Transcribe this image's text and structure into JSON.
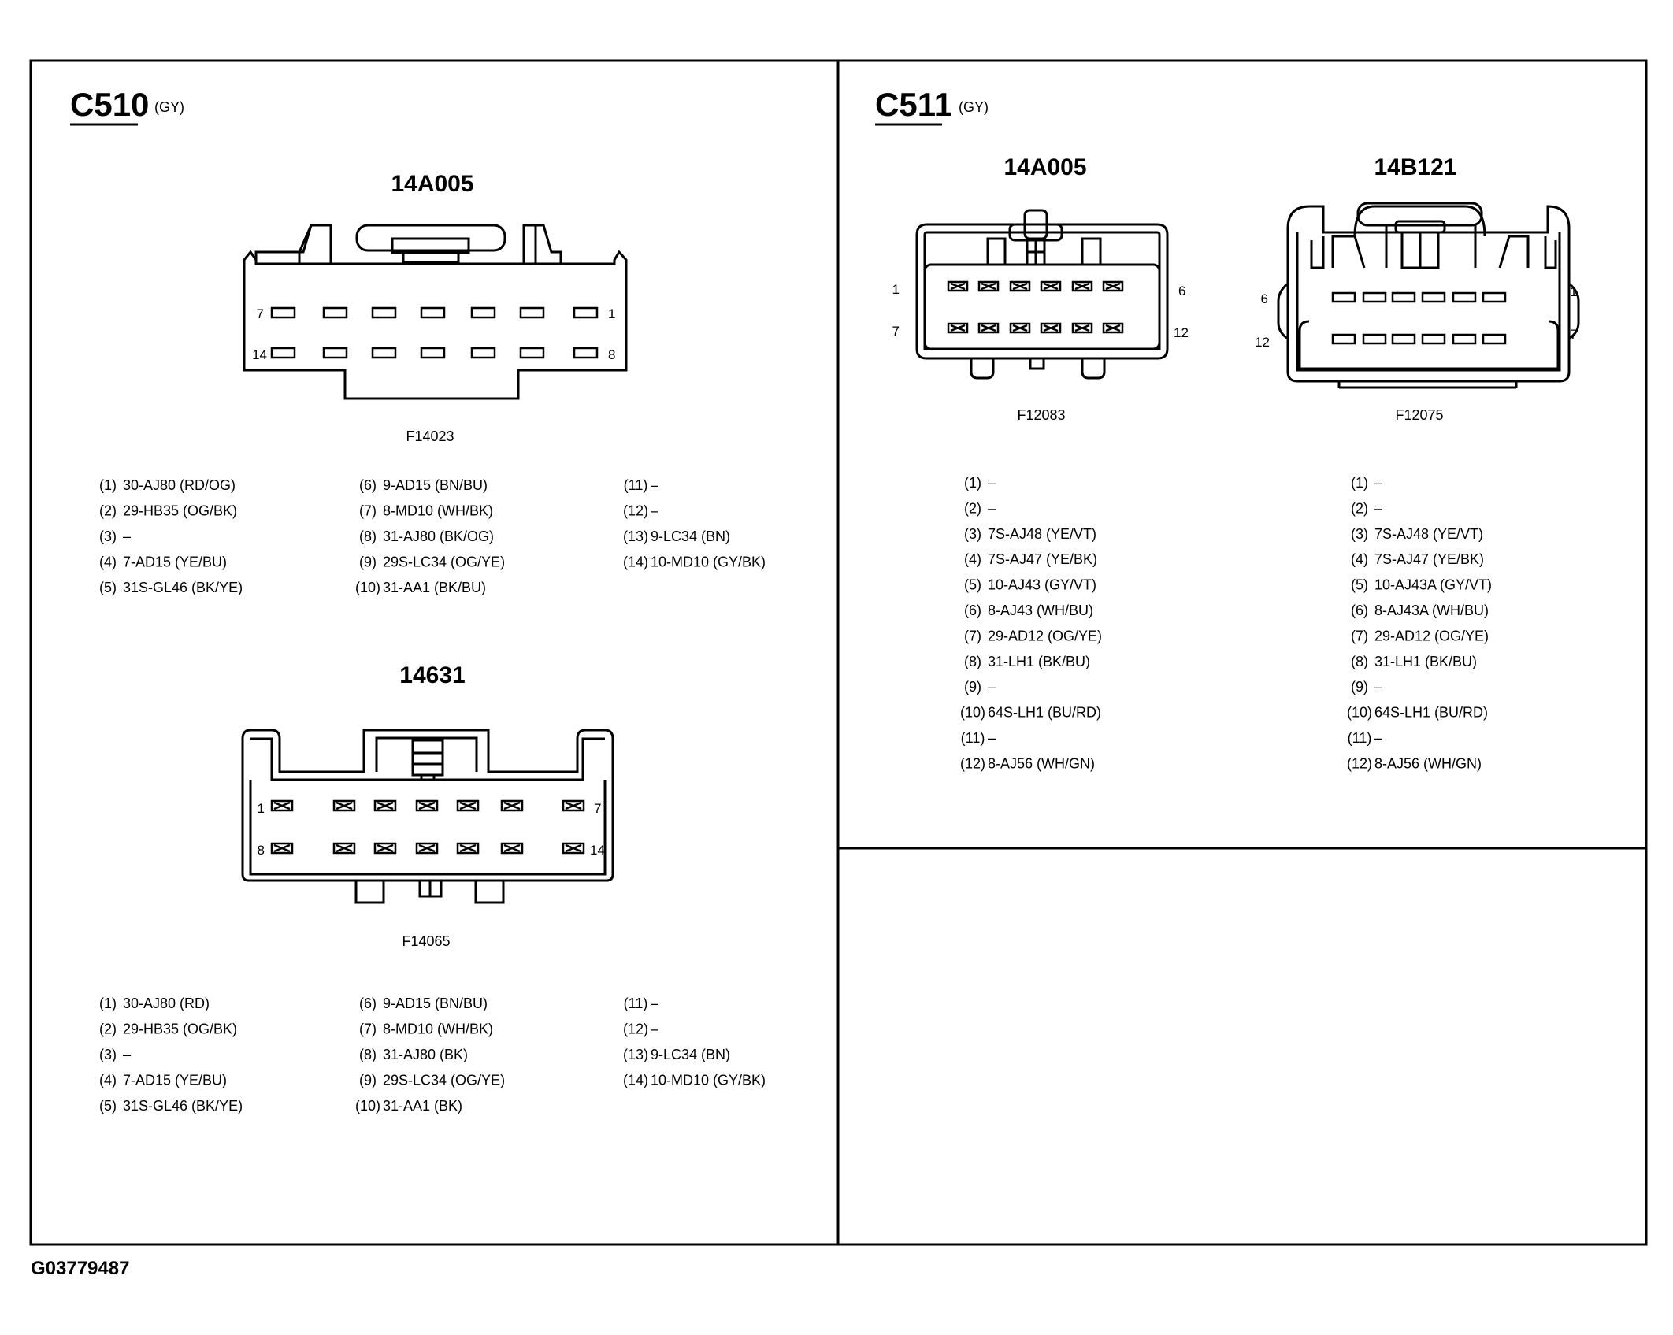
{
  "footer_code": "G03779487",
  "c510": {
    "title": "C510",
    "color": "(GY)",
    "conn1": {
      "part_number": "14A005",
      "figure": "F14023",
      "pin_labels": {
        "top_left": "7",
        "top_right": "1",
        "bottom_left": "14",
        "bottom_right": "8"
      },
      "pins": [
        {
          "num": "(1)",
          "desc": "30-AJ80 (RD/OG)"
        },
        {
          "num": "(2)",
          "desc": "29-HB35 (OG/BK)"
        },
        {
          "num": "(3)",
          "desc": "–"
        },
        {
          "num": "(4)",
          "desc": "7-AD15 (YE/BU)"
        },
        {
          "num": "(5)",
          "desc": "31S-GL46 (BK/YE)"
        },
        {
          "num": "(6)",
          "desc": "9-AD15 (BN/BU)"
        },
        {
          "num": "(7)",
          "desc": "8-MD10 (WH/BK)"
        },
        {
          "num": "(8)",
          "desc": "31-AJ80 (BK/OG)"
        },
        {
          "num": "(9)",
          "desc": "29S-LC34 (OG/YE)"
        },
        {
          "num": "(10)",
          "desc": "31-AA1 (BK/BU)"
        },
        {
          "num": "(11)",
          "desc": "–"
        },
        {
          "num": "(12)",
          "desc": "–"
        },
        {
          "num": "(13)",
          "desc": "9-LC34 (BN)"
        },
        {
          "num": "(14)",
          "desc": "10-MD10 (GY/BK)"
        }
      ]
    },
    "conn2": {
      "part_number": "14631",
      "figure": "F14065",
      "pin_labels": {
        "top_left": "1",
        "top_right": "7",
        "bottom_left": "8",
        "bottom_right": "14"
      },
      "pins": [
        {
          "num": "(1)",
          "desc": "30-AJ80 (RD)"
        },
        {
          "num": "(2)",
          "desc": "29-HB35 (OG/BK)"
        },
        {
          "num": "(3)",
          "desc": "–"
        },
        {
          "num": "(4)",
          "desc": "7-AD15 (YE/BU)"
        },
        {
          "num": "(5)",
          "desc": "31S-GL46 (BK/YE)"
        },
        {
          "num": "(6)",
          "desc": "9-AD15 (BN/BU)"
        },
        {
          "num": "(7)",
          "desc": "8-MD10 (WH/BK)"
        },
        {
          "num": "(8)",
          "desc": "31-AJ80 (BK)"
        },
        {
          "num": "(9)",
          "desc": "29S-LC34 (OG/YE)"
        },
        {
          "num": "(10)",
          "desc": "31-AA1 (BK)"
        },
        {
          "num": "(11)",
          "desc": "–"
        },
        {
          "num": "(12)",
          "desc": "–"
        },
        {
          "num": "(13)",
          "desc": "9-LC34 (BN)"
        },
        {
          "num": "(14)",
          "desc": "10-MD10 (GY/BK)"
        }
      ]
    }
  },
  "c511": {
    "title": "C511",
    "color": "(GY)",
    "conn1": {
      "part_number": "14A005",
      "figure": "F12083",
      "pin_labels": {
        "top_left": "1",
        "top_right": "6",
        "bottom_left": "7",
        "bottom_right": "12"
      },
      "pins": [
        {
          "num": "(1)",
          "desc": "–"
        },
        {
          "num": "(2)",
          "desc": "–"
        },
        {
          "num": "(3)",
          "desc": "7S-AJ48 (YE/VT)"
        },
        {
          "num": "(4)",
          "desc": "7S-AJ47 (YE/BK)"
        },
        {
          "num": "(5)",
          "desc": "10-AJ43 (GY/VT)"
        },
        {
          "num": "(6)",
          "desc": "8-AJ43 (WH/BU)"
        },
        {
          "num": "(7)",
          "desc": "29-AD12 (OG/YE)"
        },
        {
          "num": "(8)",
          "desc": "31-LH1 (BK/BU)"
        },
        {
          "num": "(9)",
          "desc": "–"
        },
        {
          "num": "(10)",
          "desc": "64S-LH1 (BU/RD)"
        },
        {
          "num": "(11)",
          "desc": "–"
        },
        {
          "num": "(12)",
          "desc": "8-AJ56 (WH/GN)"
        }
      ]
    },
    "conn2": {
      "part_number": "14B121",
      "figure": "F12075",
      "pin_labels": {
        "top_left": "6",
        "top_right": "1",
        "bottom_left": "12",
        "bottom_right": "7"
      },
      "pins": [
        {
          "num": "(1)",
          "desc": "–"
        },
        {
          "num": "(2)",
          "desc": "–"
        },
        {
          "num": "(3)",
          "desc": "7S-AJ48 (YE/VT)"
        },
        {
          "num": "(4)",
          "desc": "7S-AJ47 (YE/BK)"
        },
        {
          "num": "(5)",
          "desc": "10-AJ43A (GY/VT)"
        },
        {
          "num": "(6)",
          "desc": "8-AJ43A (WH/BU)"
        },
        {
          "num": "(7)",
          "desc": "29-AD12 (OG/YE)"
        },
        {
          "num": "(8)",
          "desc": "31-LH1 (BK/BU)"
        },
        {
          "num": "(9)",
          "desc": "–"
        },
        {
          "num": "(10)",
          "desc": "64S-LH1 (BU/RD)"
        },
        {
          "num": "(11)",
          "desc": "–"
        },
        {
          "num": "(12)",
          "desc": "8-AJ56 (WH/GN)"
        }
      ]
    }
  }
}
